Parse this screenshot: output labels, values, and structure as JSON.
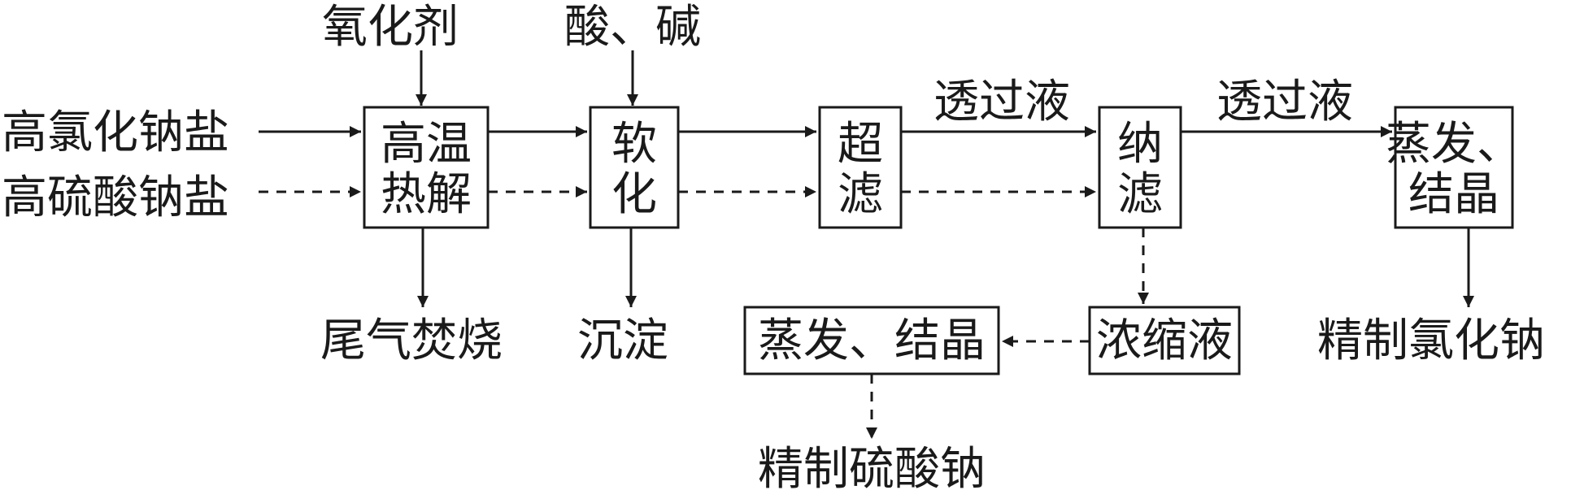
{
  "inputs": {
    "chloride_salt": "高氯化钠盐",
    "sulfate_salt": "高硫酸钠盐"
  },
  "reagents": {
    "oxidant": "氧化剂",
    "acid_base": "酸、碱"
  },
  "steps": {
    "pyrolysis_line1": "高温",
    "pyrolysis_line2": "热解",
    "softening_line1": "软",
    "softening_line2": "化",
    "ultrafiltration_line1": "超",
    "ultrafiltration_line2": "滤",
    "nanofiltration_line1": "纳",
    "nanofiltration_line2": "滤",
    "evap_cryst_line1": "蒸发、",
    "evap_cryst_line2": "结晶",
    "concentrate": "浓缩液",
    "evap_cryst_bottom": "蒸发、结晶"
  },
  "flows": {
    "permeate_1": "透过液",
    "permeate_2": "透过液"
  },
  "outputs": {
    "tail_gas": "尾气焚烧",
    "precipitate": "沉淀",
    "refined_nacl": "精制氯化钠",
    "refined_na2so4": "精制硫酸钠"
  }
}
